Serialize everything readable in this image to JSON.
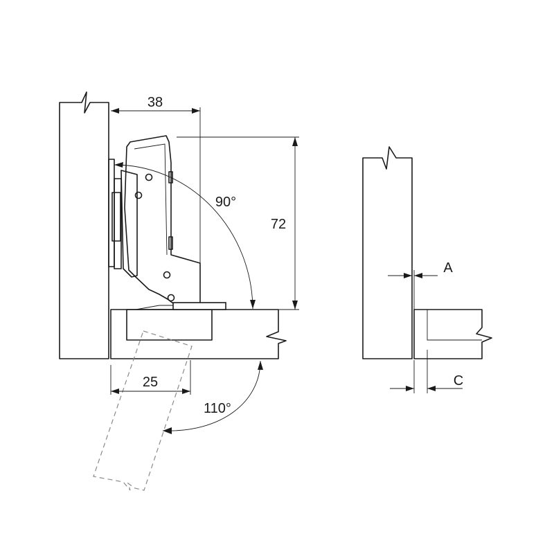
{
  "dimensions": {
    "width_38": "38",
    "height_72": "72",
    "angle_90": "90°",
    "offset_25": "25",
    "angle_110": "110°",
    "gap_a": "A",
    "gap_c": "C"
  },
  "colors": {
    "line": "#1a1a1a",
    "dashed": "#8a8a8a",
    "background": "#ffffff"
  }
}
